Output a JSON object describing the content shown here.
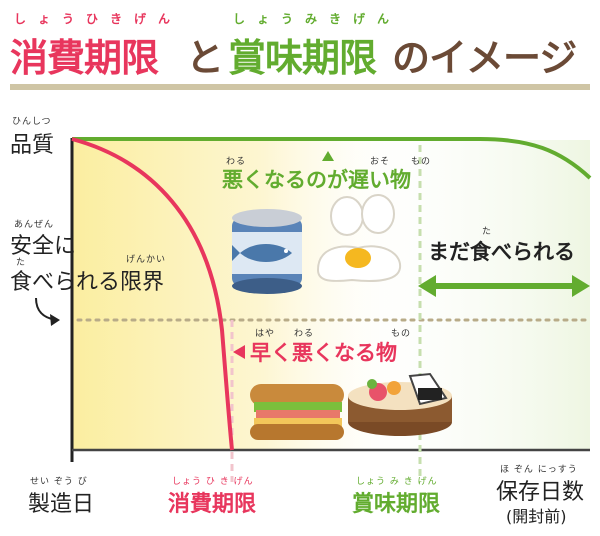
{
  "title": {
    "part1": "消費期限",
    "part1_ruby": "しょうひきげん",
    "part2": "と",
    "part3": "賞味期限",
    "part3_ruby": "しょうみきげん",
    "part4": "のイメージ"
  },
  "axis": {
    "y_label": "品質",
    "y_ruby": "ひんしつ",
    "x_label": "保存日数",
    "x_ruby": "ほ ぞん にっすう",
    "x_sub": "(開封前)",
    "origin_label": "製造日",
    "origin_ruby": "せい ぞう び"
  },
  "safe_limit": {
    "line1": "安全に",
    "line1_ruby": "あんぜん",
    "line2": "食べられる限界",
    "line2_ruby_ta": "た",
    "line2_ruby_genkai": "げんかい"
  },
  "slow": {
    "label": "悪くなるのが遅い物",
    "ruby_waru": "わる",
    "ruby_oso": "おそ",
    "ruby_mono": "もの"
  },
  "fast": {
    "label": "早く悪くなる物",
    "ruby_haya": "はや",
    "ruby_waru": "わる",
    "ruby_mono": "もの"
  },
  "still_edible": {
    "label": "まだ食べられる",
    "ruby_ta": "た"
  },
  "markers": {
    "consume_by": "消費期限",
    "consume_by_ruby": "しょう ひ き げん",
    "best_before": "賞味期限",
    "best_before_ruby": "しょう み き げん"
  },
  "colors": {
    "red": "#e8365d",
    "green": "#62ac2f",
    "brown": "#6b4a36",
    "band": "#cfc5a5"
  }
}
